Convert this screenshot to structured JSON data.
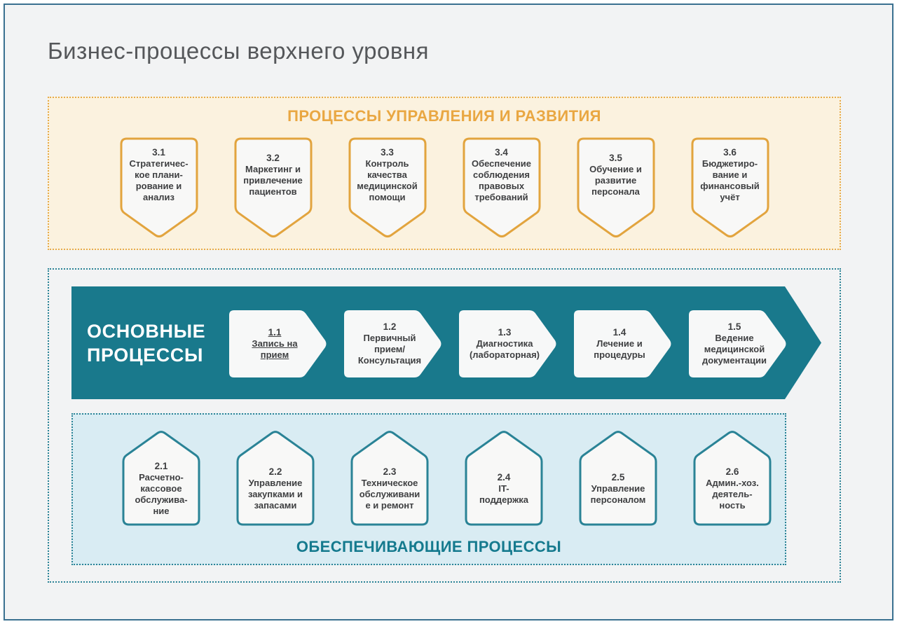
{
  "title": "Бизнес-процессы верхнего уровня",
  "colors": {
    "frame_border": "#3a7090",
    "background": "#f2f3f4",
    "orange_accent": "#e8a53d",
    "cream_background": "#fbf2df",
    "teal_accent": "#19798c",
    "light_blue_background": "#d9ecf3",
    "card_fill": "#f8f8f7",
    "card_text": "#3e3f41",
    "title_gray": "#55575a"
  },
  "management_section": {
    "title": "ПРОЦЕССЫ УПРАВЛЕНИЯ И РАЗВИТИЯ",
    "cards": [
      {
        "number": "3.1",
        "label": "Стратегичес-\nкое плани-\nрование и\nанализ"
      },
      {
        "number": "3.2",
        "label": "Маркетинг и\nпривлечение\nпациентов"
      },
      {
        "number": "3.3",
        "label": "Контроль\nкачества\nмедицинской\nпомощи"
      },
      {
        "number": "3.4",
        "label": "Обеспечение\nсоблюдения\nправовых\nтребований"
      },
      {
        "number": "3.5",
        "label": "Обучение и\nразвитие\nперсонала"
      },
      {
        "number": "3.6",
        "label": "Бюджетиро-\nвание и\nфинансовый\nучёт"
      }
    ]
  },
  "main_section": {
    "title": "ОСНОВНЫЕ\nПРОЦЕССЫ",
    "cards": [
      {
        "number": "1.1",
        "label": "Запись на\nприем",
        "underlined": true
      },
      {
        "number": "1.2",
        "label": "Первичный\nприем/\nКонсультация"
      },
      {
        "number": "1.3",
        "label": "Диагностика\n(лабораторная)"
      },
      {
        "number": "1.4",
        "label": "Лечение и\nпроцедуры"
      },
      {
        "number": "1.5",
        "label": "Ведение\nмедицинской\nдокументации"
      }
    ]
  },
  "support_section": {
    "title": "ОБЕСПЕЧИВАЮЩИЕ ПРОЦЕССЫ",
    "cards": [
      {
        "number": "2.1",
        "label": "Расчетно-\nкассовое\nобслужива-\nние"
      },
      {
        "number": "2.2",
        "label": "Управление\nзакупками и\nзапасами"
      },
      {
        "number": "2.3",
        "label": "Техническое\nобслуживани\nе и ремонт"
      },
      {
        "number": "2.4",
        "label": "IT-\nподдержка"
      },
      {
        "number": "2.5",
        "label": "Управление\nперсоналом"
      },
      {
        "number": "2.6",
        "label": "Админ.-хоз.\nдеятель-\nность"
      }
    ]
  }
}
